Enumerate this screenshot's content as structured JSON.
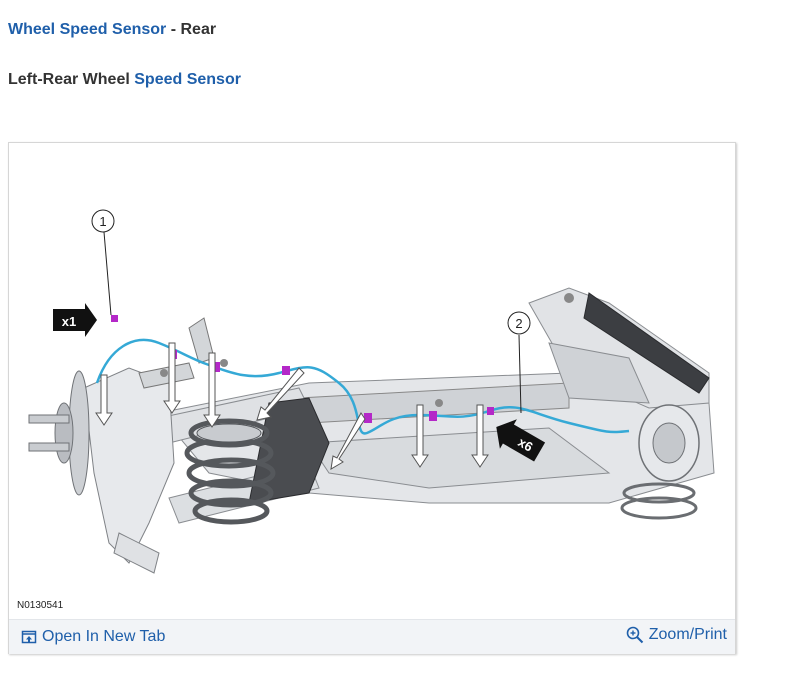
{
  "header": {
    "title_link": "Wheel Speed Sensor",
    "title_rest": " - Rear",
    "subtitle_prefix": "Left-Rear Wheel ",
    "subtitle_link": "Speed Sensor"
  },
  "figure": {
    "figure_id": "N0130541",
    "callouts": [
      "1",
      "2"
    ],
    "badges": [
      "x1",
      "x6"
    ],
    "colors": {
      "harness": "#35a9d6",
      "clip": "#b428c8",
      "link": "#1f5faa",
      "toolbar_bg": "#f2f4f7"
    }
  },
  "toolbar": {
    "open_label": "Open In New Tab",
    "zoom_label": "Zoom/Print",
    "open_icon": "open-new-tab-icon",
    "zoom_icon": "zoom-in-icon"
  }
}
